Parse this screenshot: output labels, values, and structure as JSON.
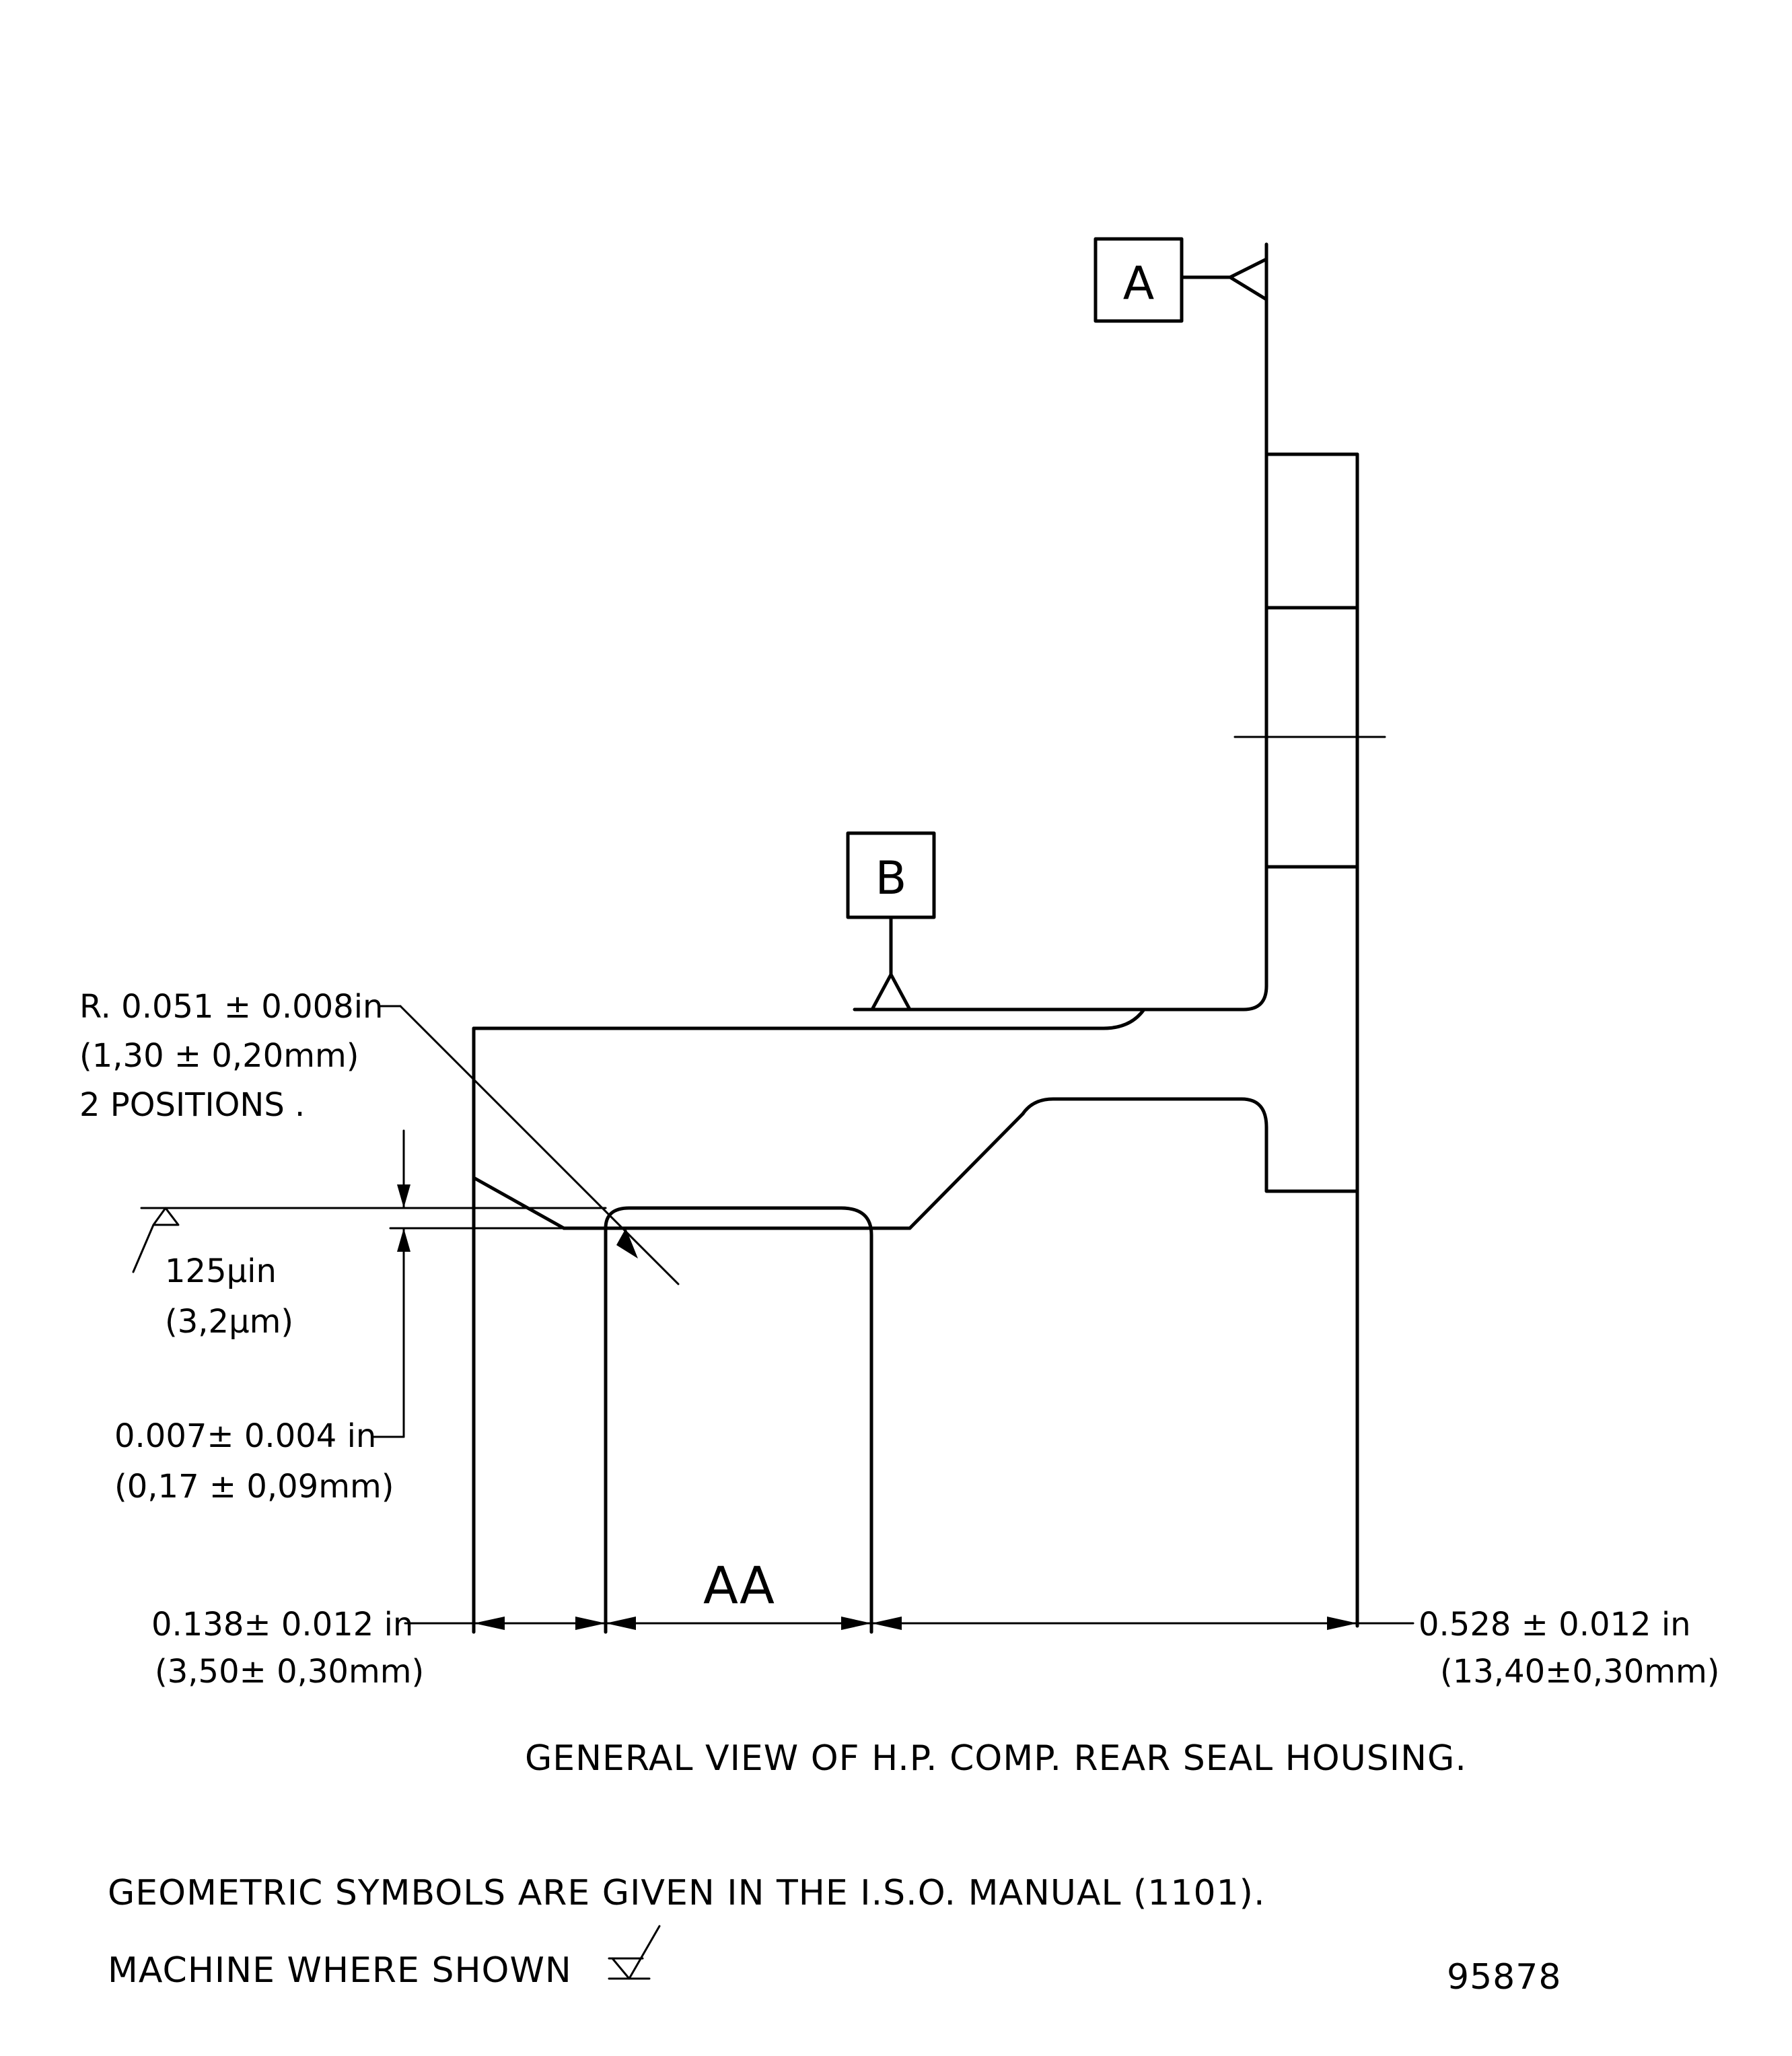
{
  "datums": {
    "a": "A",
    "b": "B"
  },
  "section_label": "AA",
  "radius_callout": {
    "line1": "R. 0.051 ± 0.008in",
    "line2": "(1,30 ± 0,20mm)",
    "line3": "2 POSITIONS ."
  },
  "roughness": {
    "line1": "125μin",
    "line2": "(3,2μm)"
  },
  "step_dim": {
    "line1": "0.007± 0.004 in",
    "line2": "(0,17 ± 0,09mm)"
  },
  "left_dim": {
    "line1": "0.138± 0.012 in",
    "line2": "(3,50± 0,30mm)"
  },
  "right_dim": {
    "line1": "0.528 ± 0.012 in",
    "line2": "(13,40±0,30mm)"
  },
  "caption": "GENERAL VIEW OF H.P. COMP. REAR SEAL HOUSING.",
  "notes": {
    "line1": "GEOMETRIC SYMBOLS ARE GIVEN IN THE I.S.O. MANUAL (1101).",
    "line2": "MACHINE WHERE SHOWN"
  },
  "figure_number": "95878"
}
